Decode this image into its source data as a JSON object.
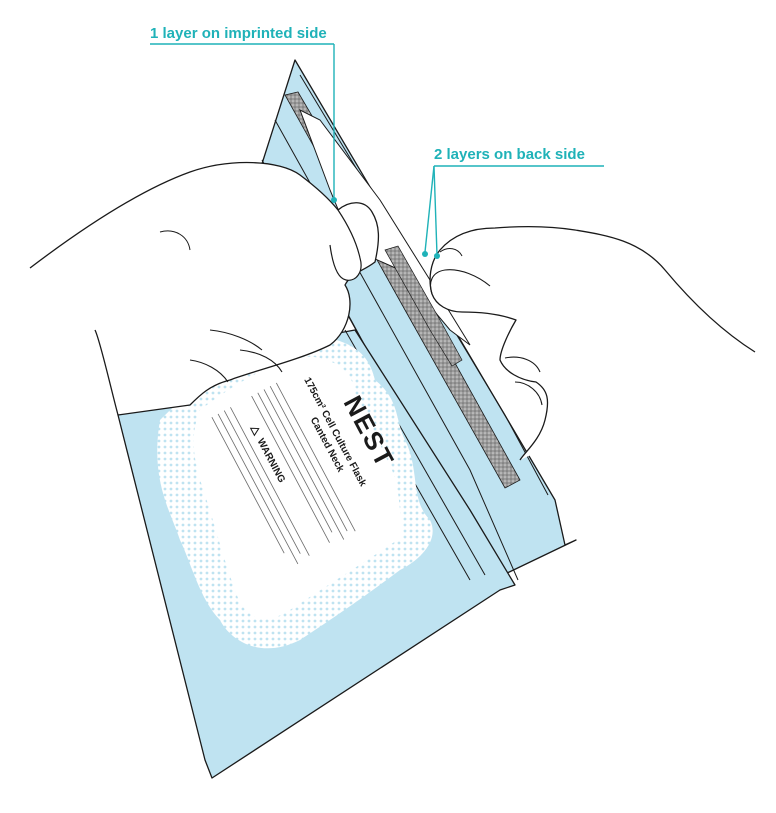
{
  "callouts": {
    "imprinted_side": "1 layer on imprinted side",
    "back_side": "2 layers on back side"
  },
  "package_label": {
    "brand": "NEST",
    "line1": "175cm² Cell Culture Flask",
    "line2": "Canted Neck",
    "warning": "WARNING"
  },
  "colors": {
    "callout": "#1fb2b8",
    "pouch_blue": "#bfe3f1",
    "outline": "#1a1a1a",
    "strip": "#8a8a8a"
  }
}
